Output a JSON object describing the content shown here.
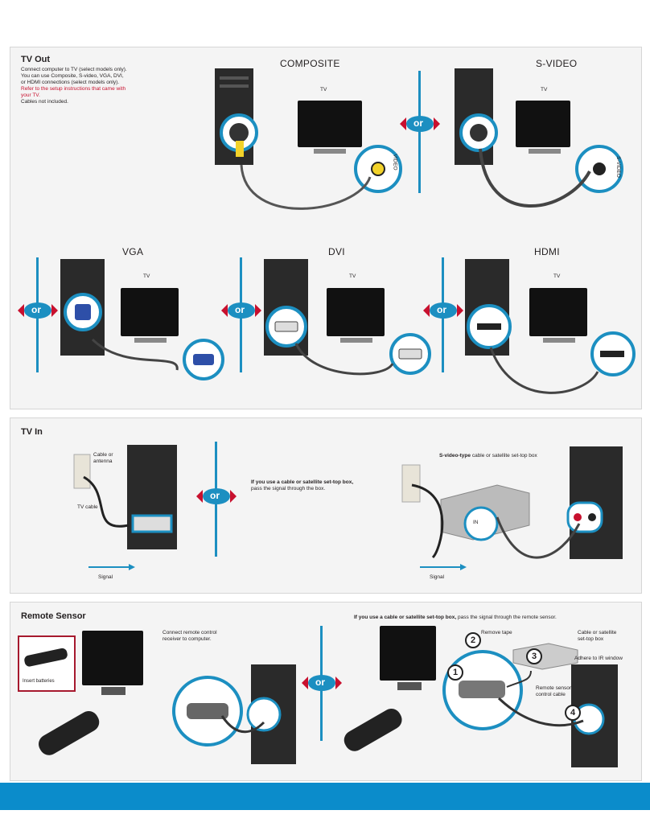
{
  "tv_out": {
    "title": "TV Out",
    "line1": "Connect computer to TV (select models only).",
    "line2": "You can use Composite, S-video, VGA, DVI,",
    "line3": "or HDMI connections (select models only).",
    "red1": "Refer to the setup instructions that came with",
    "red2": "your TV.",
    "note": "Cables not included.",
    "composite": "COMPOSITE",
    "svideo": "S-VIDEO",
    "vga": "VGA",
    "dvi": "DVI",
    "hdmi": "HDMI",
    "tv": "TV",
    "video_tag": "VIDEO",
    "svideo_tag": "S-VIDEO"
  },
  "or_label": "or",
  "tv_in": {
    "title": "TV In",
    "cable_or": "Cable or",
    "antenna": "antenna",
    "tv_cable": "TV cable",
    "signal": "Signal",
    "if_bold": "If you use a cable or satellite set-top box,",
    "if_rest": "pass the signal through the box.",
    "svt_bold": "S-video-type",
    "svt_rest": "cable or satellite set-top box",
    "in_label": "IN"
  },
  "remote": {
    "title": "Remote Sensor",
    "insert": "Insert batteries",
    "connect1": "Connect remote control",
    "connect2": "receiver to computer.",
    "if_bold": "If you use a cable or satellite set-top box,",
    "if_rest": "pass the signal through the remote sensor.",
    "remove_tape": "Remove tape",
    "cable_or_sat1": "Cable or satellite",
    "cable_or_sat2": "set-top box",
    "adhere": "Adhere to IR window",
    "sensor1": "Remote sensor",
    "sensor2": "control cable",
    "steps": [
      "1",
      "2",
      "3",
      "4"
    ]
  },
  "colors": {
    "accent": "#1c8fc1",
    "brand_blue": "#0b8ccb",
    "or_red": "#c8102e",
    "cable_yellow": "#f2d22a"
  }
}
